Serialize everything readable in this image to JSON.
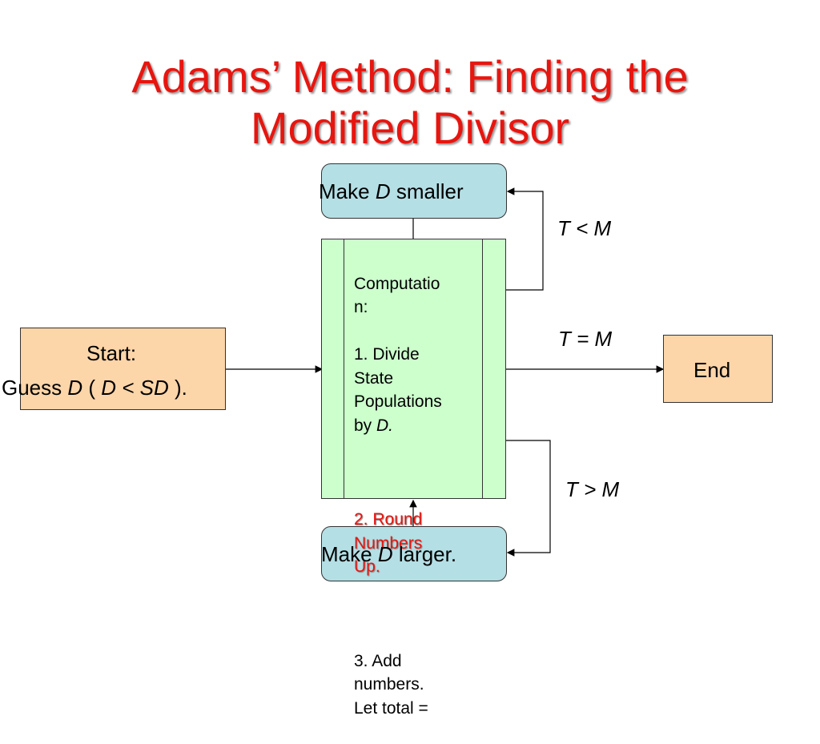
{
  "title_line1": "Adams’ Method: Finding the",
  "title_line2": "Modified Divisor",
  "make_smaller": {
    "pre": "Make ",
    "var": "D",
    "post": " smaller"
  },
  "make_larger": {
    "pre": "Make ",
    "var": "D",
    "post": " larger."
  },
  "start": {
    "line1": "Start:",
    "pre": "Guess ",
    "var1": "D",
    "mid": " ( ",
    "var2": "D < SD",
    "post": " )."
  },
  "end_label": "End",
  "computation": {
    "heading": "Computatio\nn:",
    "step1_pre": "1. Divide\nState\nPopulations\nby ",
    "step1_var": "D.",
    "step2": "2. Round\nNumbers\nUp.",
    "step3": "3. Add\nnumbers.\nLet total ="
  },
  "conditions": {
    "lt": "T < M",
    "eq": "T = M",
    "gt": "T > M"
  },
  "colors": {
    "title": "#e8150f",
    "rounded_box": "#b4dfe5",
    "orange_box": "#fcd5a9",
    "green_box": "#ccffcc"
  }
}
